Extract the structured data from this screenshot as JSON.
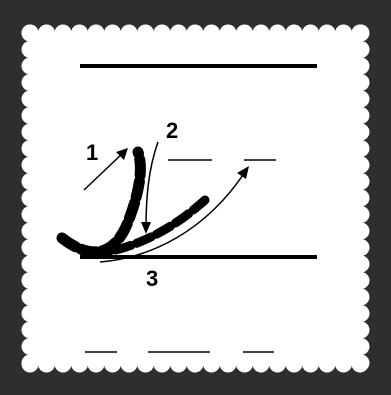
{
  "steps": [
    {
      "number": "1",
      "description": ""
    },
    {
      "number": "2",
      "description": ""
    },
    {
      "number": "3",
      "description": ""
    }
  ],
  "colors": {
    "frame": "#2e2e2e",
    "card": "#ffffff",
    "ink": "#000000"
  }
}
